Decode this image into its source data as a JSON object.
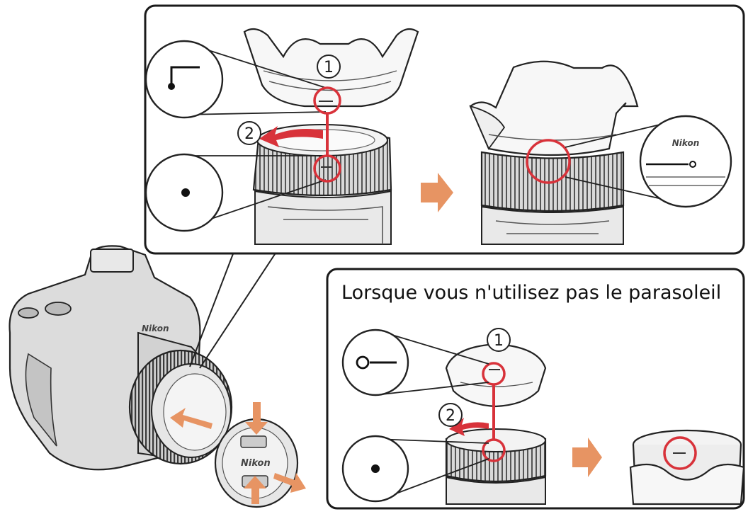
{
  "caption": "Lorsque vous n'utilisez pas le parasoleil",
  "steps": {
    "one": "1",
    "two": "2"
  },
  "brand_labels": {
    "hood_zoom": "Nikon",
    "camera_body": "Nikon",
    "lens_cap": "Nikon"
  },
  "colors": {
    "highlight_circle": "#d8323a",
    "arrow": "#e79463",
    "line": "#222222",
    "frame": "#1a1a1a"
  }
}
